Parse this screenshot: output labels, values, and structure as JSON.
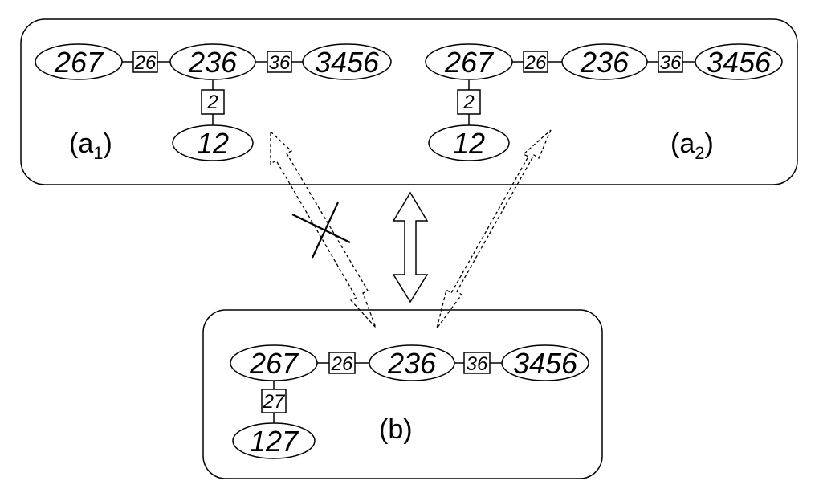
{
  "panels": {
    "a1": {
      "caption": "(a",
      "caption_sub": "1",
      "caption_end": ")",
      "nodes": [
        "267",
        "236",
        "3456",
        "12"
      ],
      "separators": [
        "26",
        "36",
        "2"
      ]
    },
    "a2": {
      "caption": "(a",
      "caption_sub": "2",
      "caption_end": ")",
      "nodes": [
        "267",
        "236",
        "3456",
        "12"
      ],
      "separators": [
        "26",
        "36",
        "2"
      ]
    },
    "b": {
      "caption": "(b)",
      "nodes": [
        "267",
        "236",
        "3456",
        "127"
      ],
      "separators": [
        "26",
        "36",
        "27"
      ]
    }
  }
}
